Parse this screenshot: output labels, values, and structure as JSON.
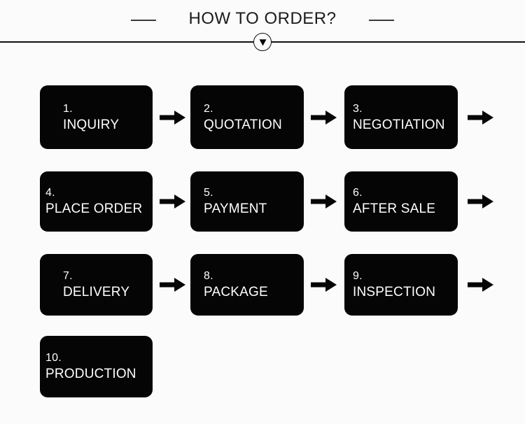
{
  "header": {
    "title": "HOW TO ORDER?",
    "dash_left": "decorative-dash",
    "dash_right": "decorative-dash",
    "badge_icon": "chevron-down-icon"
  },
  "colors": {
    "background": "#fbfbfb",
    "box_fill": "#050505",
    "box_text": "#ffffff",
    "rule": "#111111",
    "title_text": "#1c1c1c"
  },
  "flow": {
    "rows": [
      {
        "steps": [
          {
            "number": "1.",
            "label": "INQUIRY",
            "tight": false
          },
          {
            "number": "2.",
            "label": "QUOTATION",
            "tight": false
          },
          {
            "number": "3.",
            "label": "NEGOTIATION",
            "tight": true
          }
        ],
        "arrows": [
          "arrow-right-icon",
          "arrow-right-icon",
          "arrow-right-icon"
        ]
      },
      {
        "steps": [
          {
            "number": "4.",
            "label": "PLACE ORDER",
            "tight": true
          },
          {
            "number": "5.",
            "label": "PAYMENT",
            "tight": false
          },
          {
            "number": "6.",
            "label": "AFTER SALE",
            "tight": true
          }
        ],
        "arrows": [
          "arrow-right-icon",
          "arrow-right-icon",
          "arrow-right-icon"
        ]
      },
      {
        "steps": [
          {
            "number": "7.",
            "label": "DELIVERY",
            "tight": false
          },
          {
            "number": "8.",
            "label": "PACKAGE",
            "tight": false
          },
          {
            "number": "9.",
            "label": "INSPECTION",
            "tight": true
          }
        ],
        "arrows": [
          "arrow-right-icon",
          "arrow-right-icon",
          "arrow-right-icon"
        ]
      },
      {
        "steps": [
          {
            "number": "10.",
            "label": "PRODUCTION",
            "tight": true
          }
        ],
        "arrows": []
      }
    ]
  }
}
